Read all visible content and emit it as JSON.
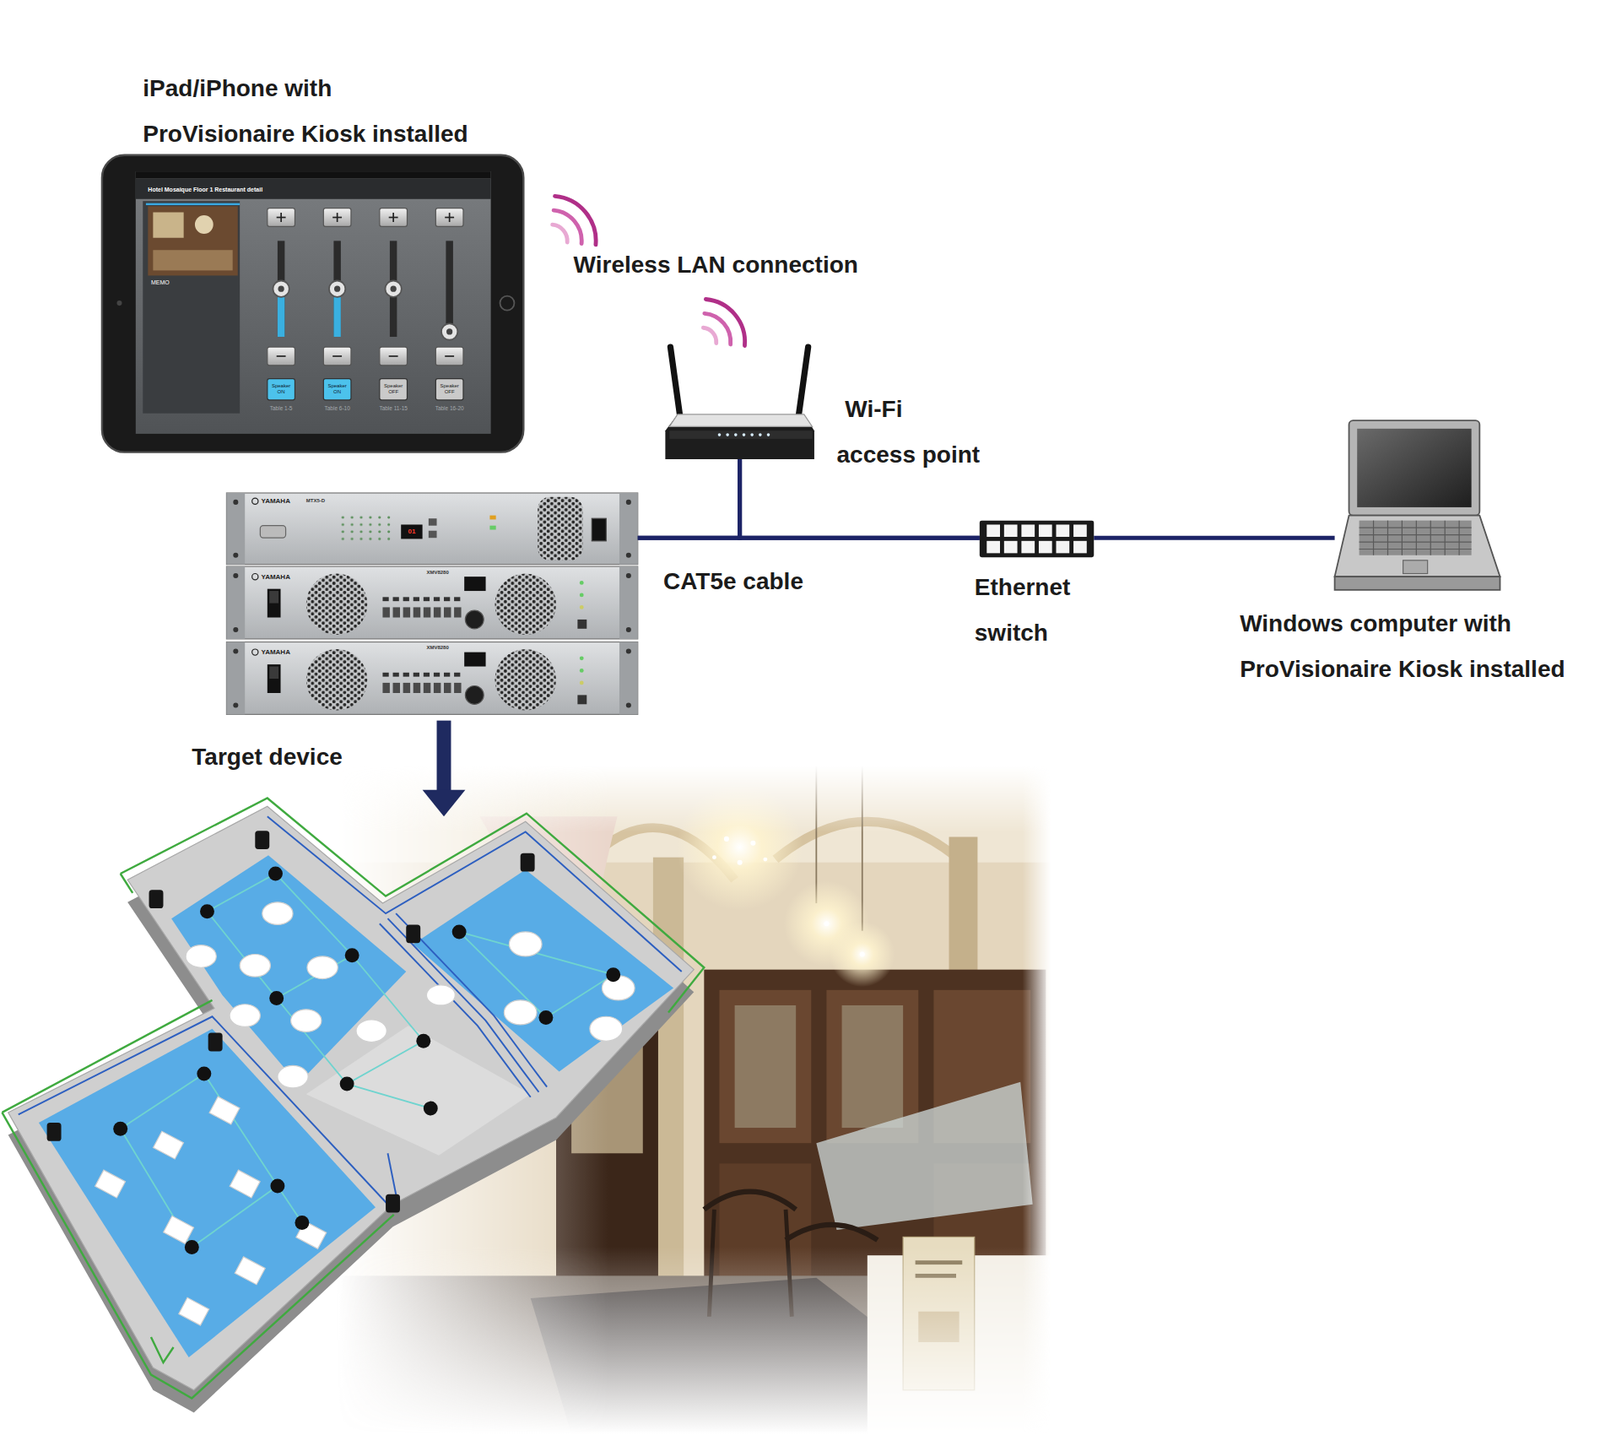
{
  "diagram": {
    "nodes": [
      {
        "text": [
          "iPad/iPhone with ProVisionaire Kiosk installed"
        ]
      },
      {
        "text": [
          "Wi-Fi access point"
        ]
      },
      {
        "text": [
          "Target device"
        ]
      },
      {
        "text": [
          "Ethernet switch"
        ]
      },
      {
        "text": [
          "Windows computer with ProVisionaire Kiosk installed"
        ]
      }
    ],
    "edges": [
      {
        "from": 2,
        "to": 3,
        "label": "CAT5e cable",
        "arrow": "none"
      },
      {
        "from": 1,
        "to": 2,
        "arrow": "none"
      },
      {
        "from": 1,
        "to": 3,
        "arrow": "none"
      },
      {
        "from": 3,
        "to": 4,
        "arrow": "none"
      }
    ],
    "labels": [
      "Wireless LAN connection",
      "Hotel Mosaique Floor 1 Restaurant detail",
      "MEMO",
      "Speaker ON",
      "Speaker ON",
      "Speaker OFF",
      "Speaker OFF",
      "Table 1-5",
      "Table 6-10",
      "Table 11-15",
      "Table 16-20",
      "YAMAHA",
      "MTX5-D",
      "01",
      "YAMAHA",
      "XMV8280",
      "YAMAHA",
      "XMV8280"
    ]
  }
}
